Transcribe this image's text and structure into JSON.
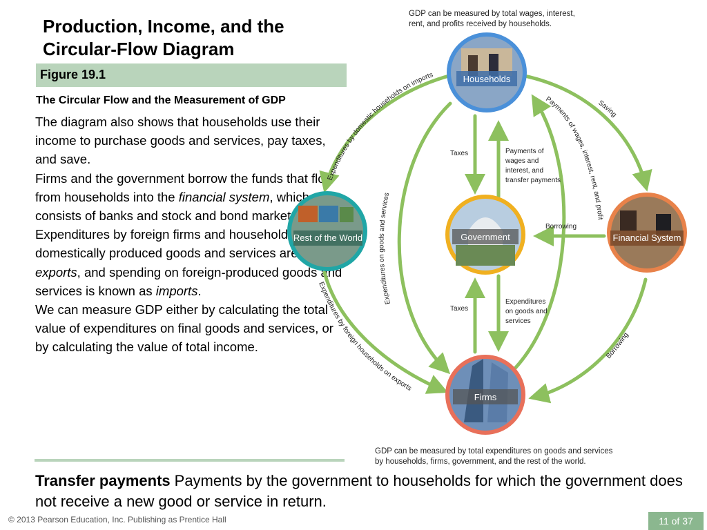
{
  "title": "Production, Income, and the Circular-Flow Diagram",
  "figure": {
    "label": "Figure 19.1",
    "subtitle": "The Circular Flow and the Measurement of GDP"
  },
  "body": {
    "p1": "The diagram also shows that households use their income to purchase goods and services, pay taxes, and save.",
    "p2a": "Firms and the government borrow the funds that flow from households into the ",
    "p2b": "financial system",
    "p2c": ", which consists of banks and stock and bond markets.",
    "p3a": "Expenditures by foreign firms and households on domestically produced goods and services are called ",
    "p3b": "exports",
    "p3c": ", and spending on foreign-produced goods and services is known as ",
    "p3d": "imports",
    "p3e": ".",
    "p4": "We can measure GDP either by calculating the total value of expenditures on final goods and services, or by calculating the value of total income."
  },
  "definition": {
    "term": "Transfer payments",
    "text": "Payments by the government to households for which the government does not receive a new good or service in return."
  },
  "footer": {
    "copyright": "© 2013 Pearson Education, Inc. Publishing as Prentice Hall",
    "page": "11 of 37"
  },
  "diagram": {
    "top_caption": {
      "line1": "GDP can be measured by total wages, interest,",
      "line2": "rent, and profits received by households."
    },
    "bottom_caption": {
      "line1": "GDP can be measured by total expenditures on goods and services",
      "line2": "by households, firms, government, and the rest of the world."
    },
    "nodes": {
      "households": "Households",
      "government": "Government",
      "rest_of_world": "Rest of the World",
      "financial_system": "Financial System",
      "firms": "Firms"
    },
    "flows": {
      "imports": "Expenditures by domestic households on imports",
      "exports": "Expenditures by foreign households on exports",
      "expenditures_left": "Expenditures on goods and services",
      "payments_right": "Payments of wages, interest, rent, and profit",
      "saving": "Saving",
      "borrowing_lower": "Borrowing",
      "borrowing_mid": "Borrowing",
      "taxes_upper": "Taxes",
      "taxes_lower": "Taxes",
      "payments_label": [
        "Payments of",
        "wages and",
        "interest, and",
        "transfer payments"
      ],
      "gov_expenditures_label": [
        "Expenditures",
        "on goods and",
        "services"
      ]
    },
    "colors": {
      "arrow": "#8dc05e",
      "households_ring": "#4a90d9",
      "government_ring": "#f0b020",
      "rest_ring": "#20a6a6",
      "financial_ring": "#e8824a",
      "firms_ring": "#e8705a"
    }
  }
}
